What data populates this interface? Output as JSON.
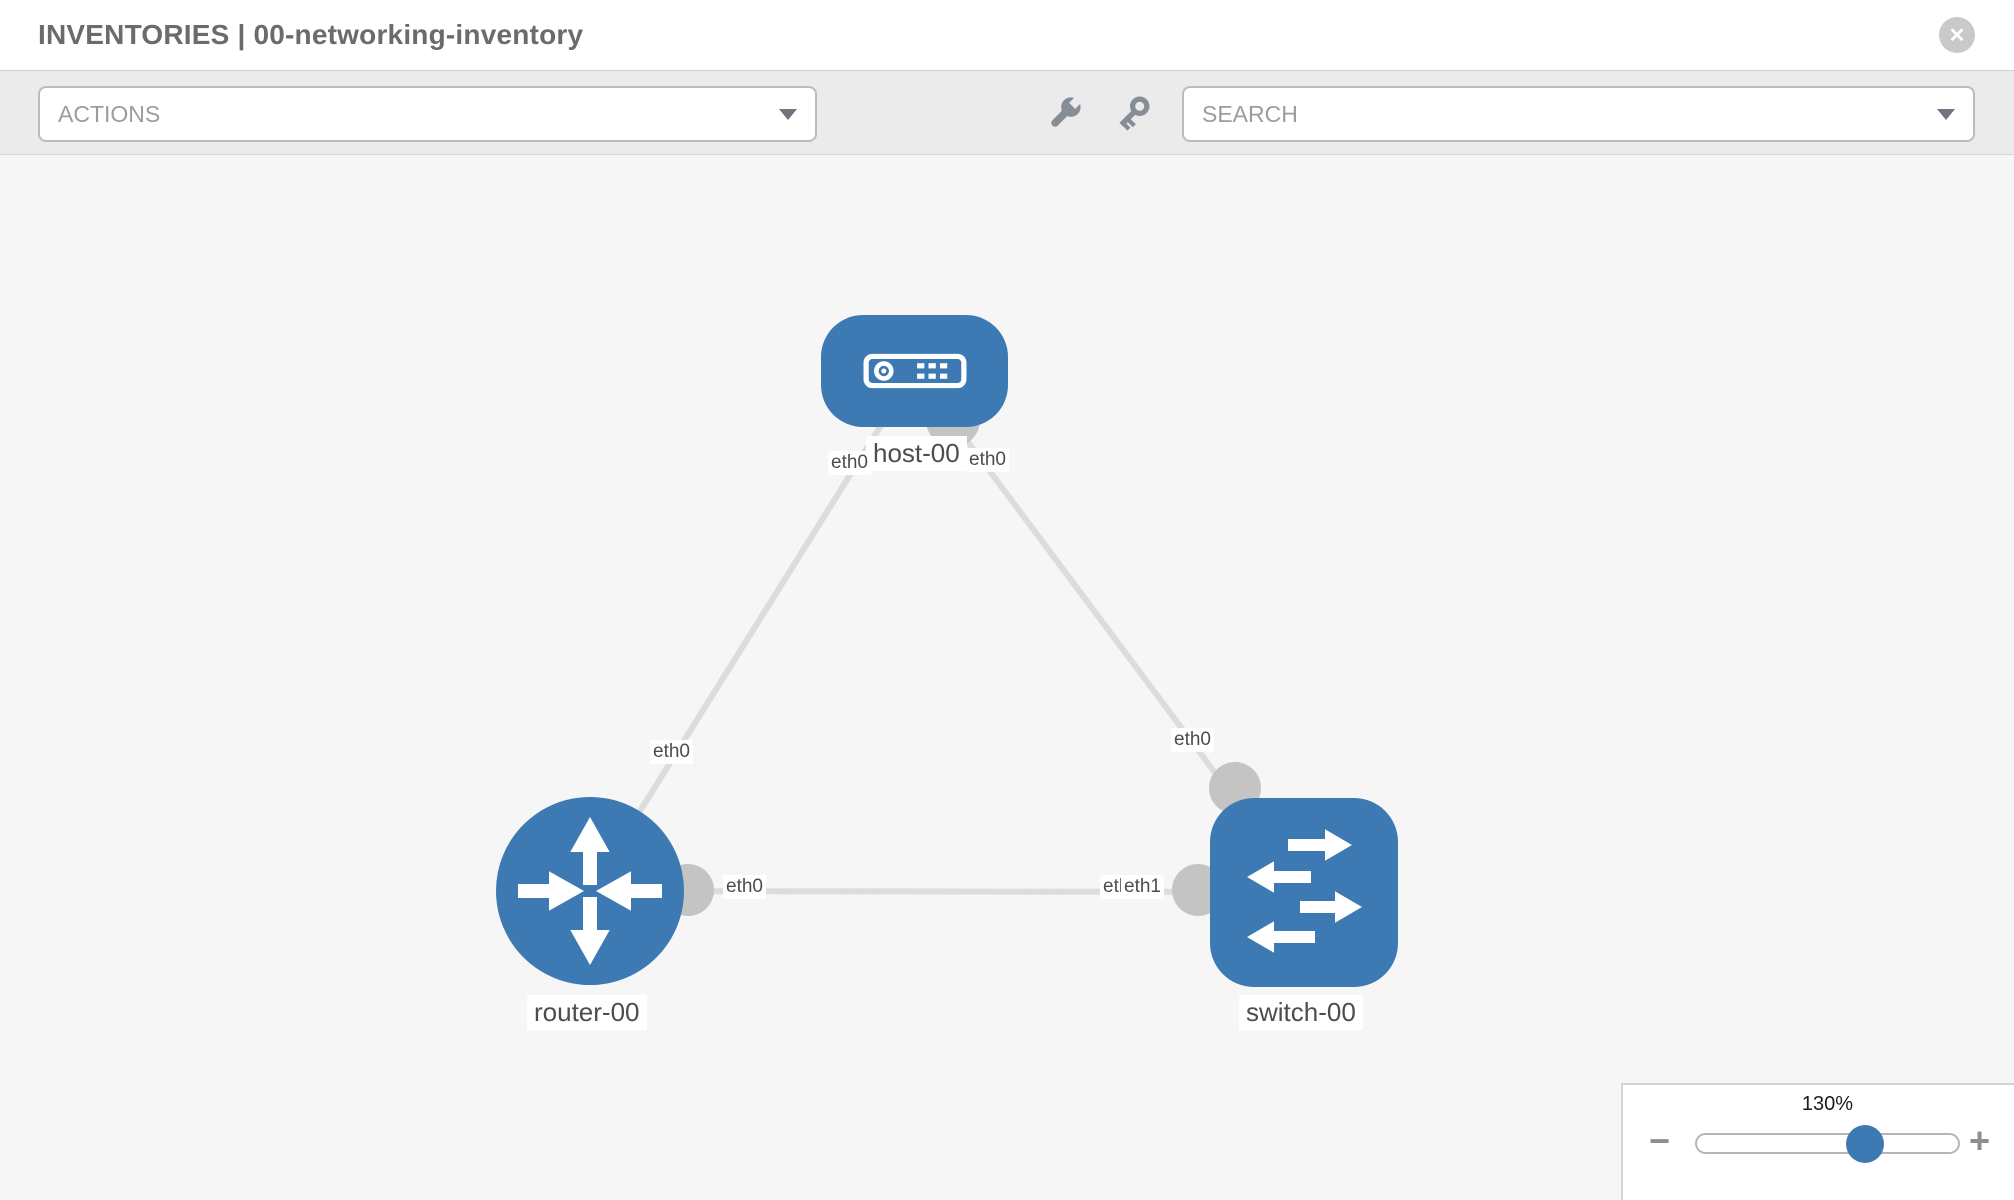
{
  "header": {
    "title": "INVENTORIES | 00-networking-inventory",
    "close_glyph": "✕"
  },
  "toolbar": {
    "actions_label": "ACTIONS",
    "search_placeholder": "SEARCH",
    "icons": {
      "wrench": "wrench-icon",
      "key": "key-icon"
    }
  },
  "topology": {
    "nodes": [
      {
        "label": "host-00",
        "type": "host"
      },
      {
        "label": "router-00",
        "type": "router"
      },
      {
        "label": "switch-00",
        "type": "switch"
      }
    ],
    "links": [
      {
        "from": "host-00",
        "to": "router-00",
        "from_iface": "eth0",
        "to_iface": "eth0"
      },
      {
        "from": "host-00",
        "to": "switch-00",
        "from_iface": "eth0",
        "to_iface": "eth0"
      },
      {
        "from": "router-00",
        "to": "switch-00",
        "from_iface": "eth0",
        "to_iface": "eth1"
      }
    ],
    "iface_chips": {
      "host_left": "eth0",
      "host_right": "eth0",
      "router_link_top": "eth0",
      "switch_link_top": "eth0",
      "router_right": "eth0",
      "switch_left_under": "eth0",
      "switch_left_over": "eth1"
    }
  },
  "zoom_control": {
    "value": "130%",
    "minus_glyph": "−",
    "plus_glyph": "+"
  },
  "colors": {
    "node_blue": "#3d79b3",
    "link_gray": "#dcdcdc",
    "connector_gray": "#c4c4c4",
    "toolbar_gray": "#ebebeb",
    "canvas_gray": "#f6f6f6"
  }
}
